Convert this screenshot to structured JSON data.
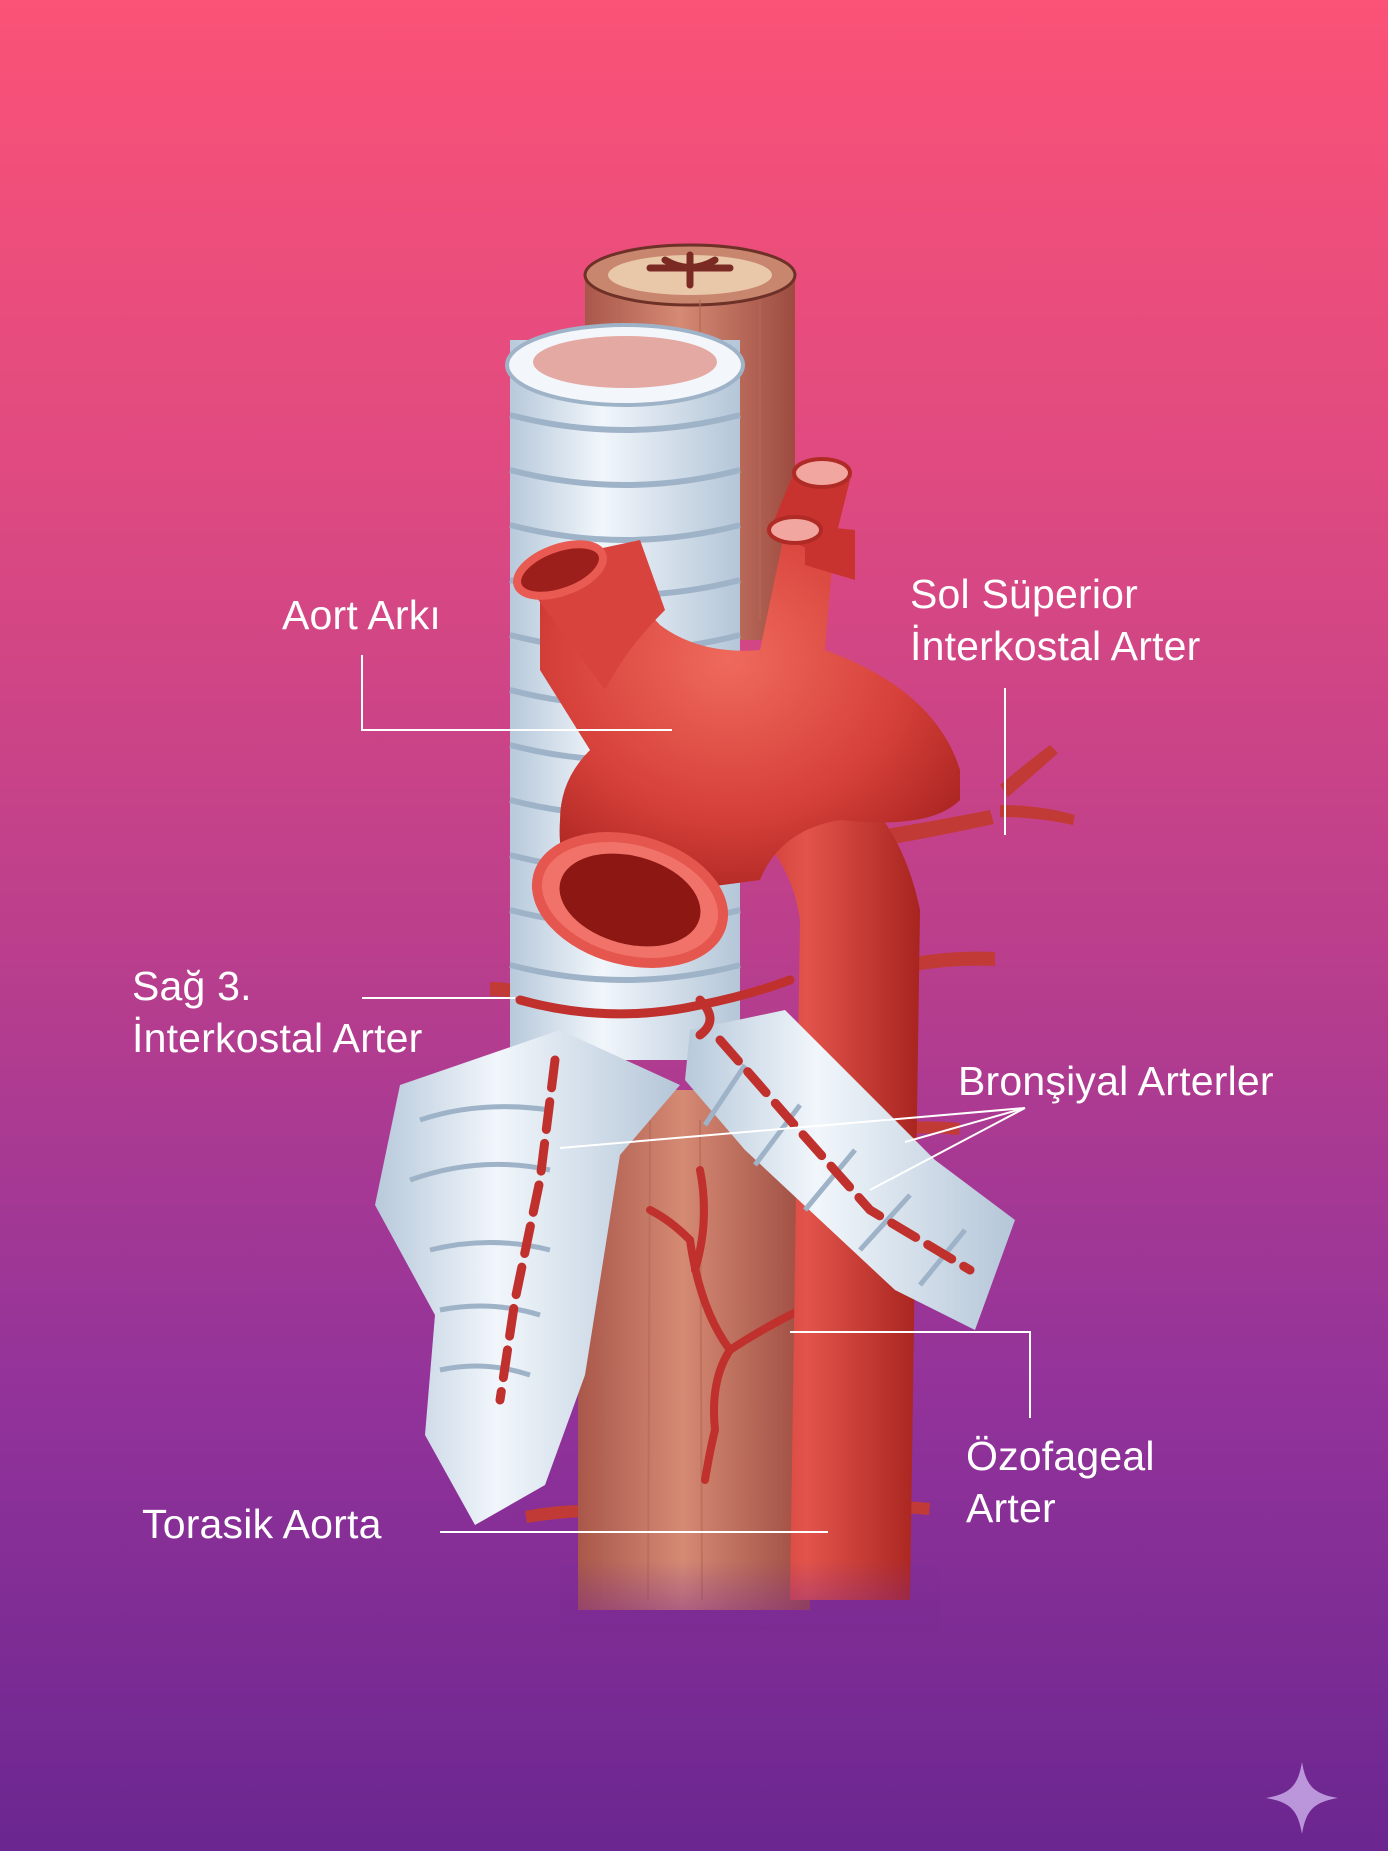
{
  "labels": {
    "aortic_arch": "Aort Arkı",
    "left_superior_intercostal_1": "Sol Süperior",
    "left_superior_intercostal_2": "İnterkostal Arter",
    "right_third_intercostal_1": "Sağ 3.",
    "right_third_intercostal_2": "İnterkostal Arter",
    "bronchial_arteries": "Bronşiyal Arterler",
    "esophageal_artery_1": "Özofageal",
    "esophageal_artery_2": "Arter",
    "thoracic_aorta": "Torasik Aorta"
  },
  "colors": {
    "background_top": "#fb5277",
    "background_bottom": "#6b2690",
    "artery_red": "#d8423e",
    "esophagus_brown": "#c97a68",
    "cartilage_white": "#e4eef6",
    "label_text": "#ffffff"
  },
  "icons": {
    "corner": "sparkle-icon"
  }
}
